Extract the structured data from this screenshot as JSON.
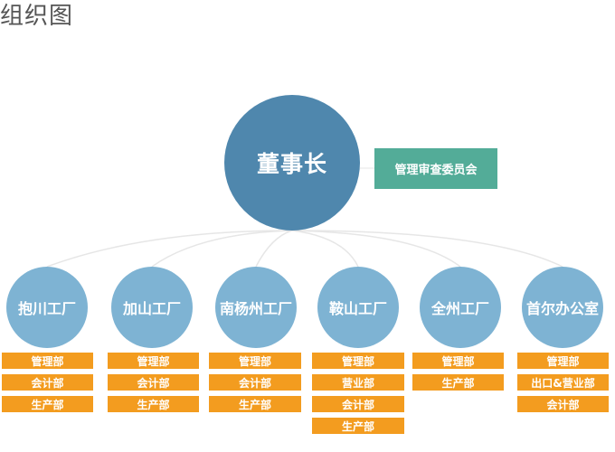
{
  "title": "组织图",
  "ceo": {
    "label": "董事长"
  },
  "committee": {
    "label": "管理审查委员会"
  },
  "factories": [
    {
      "label": "抱川工厂",
      "departments": [
        "管理部",
        "会计部",
        "生产部"
      ]
    },
    {
      "label": "加山工厂",
      "departments": [
        "管理部",
        "会计部",
        "生产部"
      ]
    },
    {
      "label": "南杨州工厂",
      "departments": [
        "管理部",
        "会计部",
        "生产部"
      ]
    },
    {
      "label": "鞍山工厂",
      "departments": [
        "管理部",
        "营业部",
        "会计部",
        "生产部"
      ]
    },
    {
      "label": "全州工厂",
      "departments": [
        "管理部",
        "生产部"
      ]
    },
    {
      "label": "首尔办公室",
      "departments": [
        "管理部",
        "出口&营业部",
        "会计部"
      ]
    }
  ],
  "colors": {
    "ceo": "#4f87ad",
    "factory": "#7eb3d3",
    "committee": "#53ac98",
    "department": "#f39c1f",
    "connector": "#e6e6e6"
  }
}
